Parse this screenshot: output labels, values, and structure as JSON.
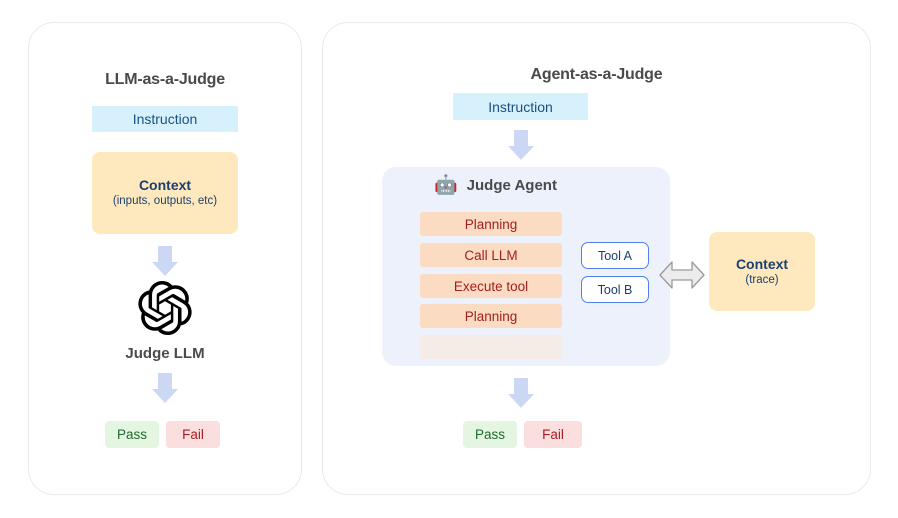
{
  "diagram": {
    "title_left": "LLM-as-a-Judge",
    "title_right": "Agent-as-a-Judge",
    "accent_arrow_color": "#ccd7f4",
    "instruction_bg": "#d6f1fb",
    "context_bg": "#fde9bd",
    "step_bg": "#fbdbc1",
    "tool_border": "#4f80ee",
    "agent_panel_bg": "#edf1fc",
    "pass_color": "#1f6b2a",
    "fail_color": "#a61c22"
  },
  "left_panel": {
    "title": "LLM-as-a-Judge",
    "instruction_label": "Instruction",
    "context_title": "Context",
    "context_sub": "(inputs, outputs, etc)",
    "judge_label": "Judge LLM",
    "judge_icon": "openai-logo-icon",
    "verdicts": [
      {
        "label": "Pass",
        "kind": "pass"
      },
      {
        "label": "Fail",
        "kind": "fail"
      }
    ]
  },
  "right_panel": {
    "title": "Agent-as-a-Judge",
    "instruction_label": "Instruction",
    "agent_title": "Judge Agent",
    "agent_icon": "robot-emoji-icon",
    "agent_emoji": "🤖",
    "steps": [
      {
        "label": "Planning",
        "faded": false
      },
      {
        "label": "Call LLM",
        "faded": false
      },
      {
        "label": "Execute tool",
        "faded": false
      },
      {
        "label": "Planning",
        "faded": false
      },
      {
        "label": "",
        "faded": true
      }
    ],
    "tools": [
      {
        "label": "Tool A"
      },
      {
        "label": "Tool B"
      }
    ],
    "exchange_icon": "double-headed-arrow-icon",
    "context_title": "Context",
    "context_sub": "(trace)",
    "verdicts": [
      {
        "label": "Pass",
        "kind": "pass"
      },
      {
        "label": "Fail",
        "kind": "fail"
      }
    ]
  }
}
